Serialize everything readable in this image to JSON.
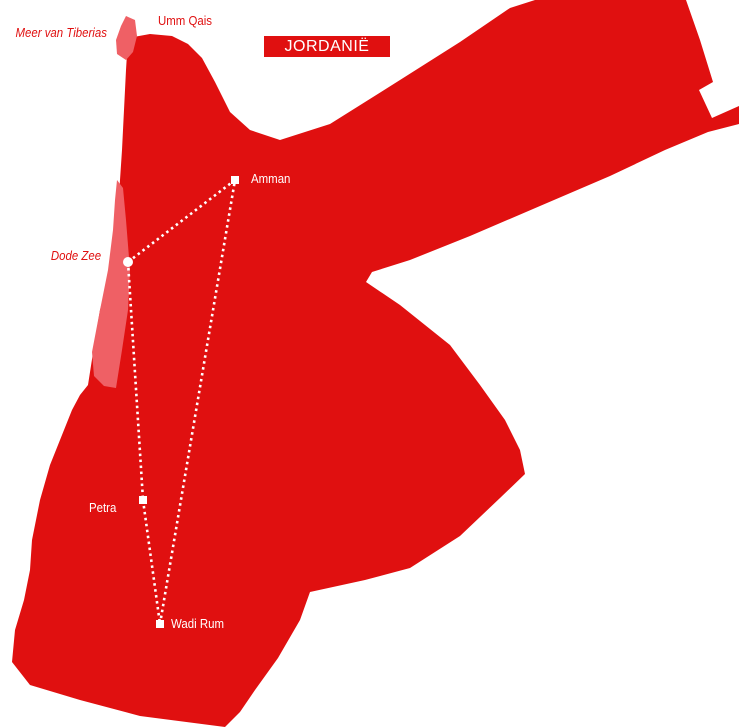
{
  "map": {
    "title": "JORDANIË",
    "colors": {
      "land": "#e01010",
      "water": "#ef6065",
      "route": "#ffffff",
      "label_on_land": "#ffffff",
      "label_water": "#e01010"
    },
    "places": [
      {
        "id": "amman",
        "label": "Amman"
      },
      {
        "id": "dode-zee",
        "label": "Dode Zee"
      },
      {
        "id": "petra",
        "label": "Petra"
      },
      {
        "id": "wadi-rum",
        "label": "Wadi Rum"
      },
      {
        "id": "umm-qais",
        "label": "Umm Qais"
      },
      {
        "id": "meer-van-tiberias",
        "label": "Meer van Tiberias"
      }
    ],
    "route": [
      "amman",
      "dode-zee",
      "petra",
      "wadi-rum",
      "amman"
    ]
  }
}
